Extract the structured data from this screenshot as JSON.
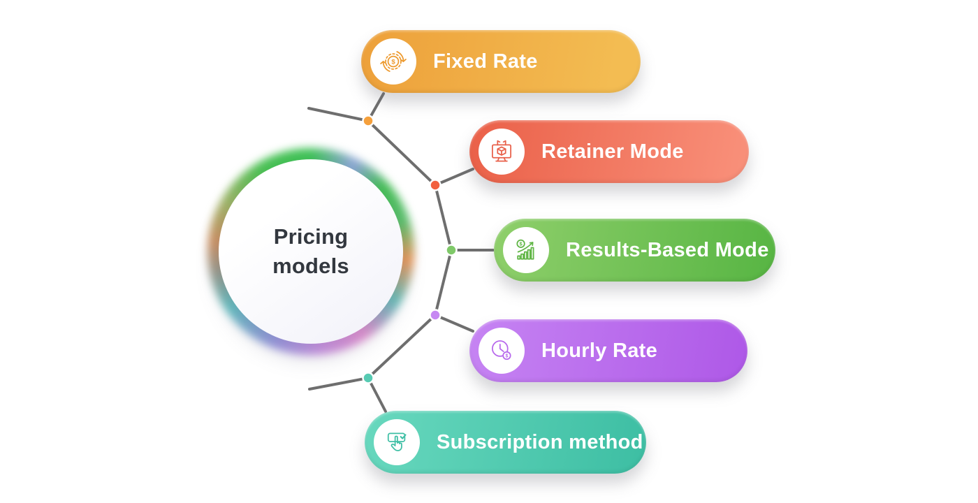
{
  "center": {
    "title_line1": "Pricing",
    "title_line2": "models"
  },
  "items": [
    {
      "label": "Fixed Rate",
      "icon": "gear-dollar-sync-icon",
      "gradient_start": "#EDA03A",
      "gradient_end": "#F3BC52",
      "icon_color": "#ED9A2F",
      "dot_color": "#F5A03C"
    },
    {
      "label": "Retainer Mode",
      "icon": "monitor-package-icon",
      "gradient_start": "#EA6048",
      "gradient_end": "#F9917B",
      "icon_color": "#E8604A",
      "dot_color": "#F2603E"
    },
    {
      "label": "Results-Based Mode",
      "icon": "growth-chart-dollar-icon",
      "gradient_start": "#8FCF6B",
      "gradient_end": "#57B543",
      "icon_color": "#5FB544",
      "dot_color": "#7FC969"
    },
    {
      "label": "Hourly Rate",
      "icon": "clock-dollar-icon",
      "gradient_start": "#C684F3",
      "gradient_end": "#AE58E7",
      "icon_color": "#B767EC",
      "dot_color": "#C688F2"
    },
    {
      "label": "Subscription method",
      "icon": "click-subscribe-icon",
      "gradient_start": "#68D8BE",
      "gradient_end": "#3DBEA3",
      "icon_color": "#3FBFA5",
      "dot_color": "#57CBB3"
    }
  ],
  "connector": {
    "color": "#6E6E6E"
  },
  "ring_colors": [
    "#3ec257",
    "#8ea6d8",
    "#44bf55",
    "#ef9757",
    "#64c4bc",
    "#ef92d8",
    "#d293ec",
    "#9a9ae8",
    "#5fc4c4",
    "#cf9160",
    "#9db364"
  ]
}
